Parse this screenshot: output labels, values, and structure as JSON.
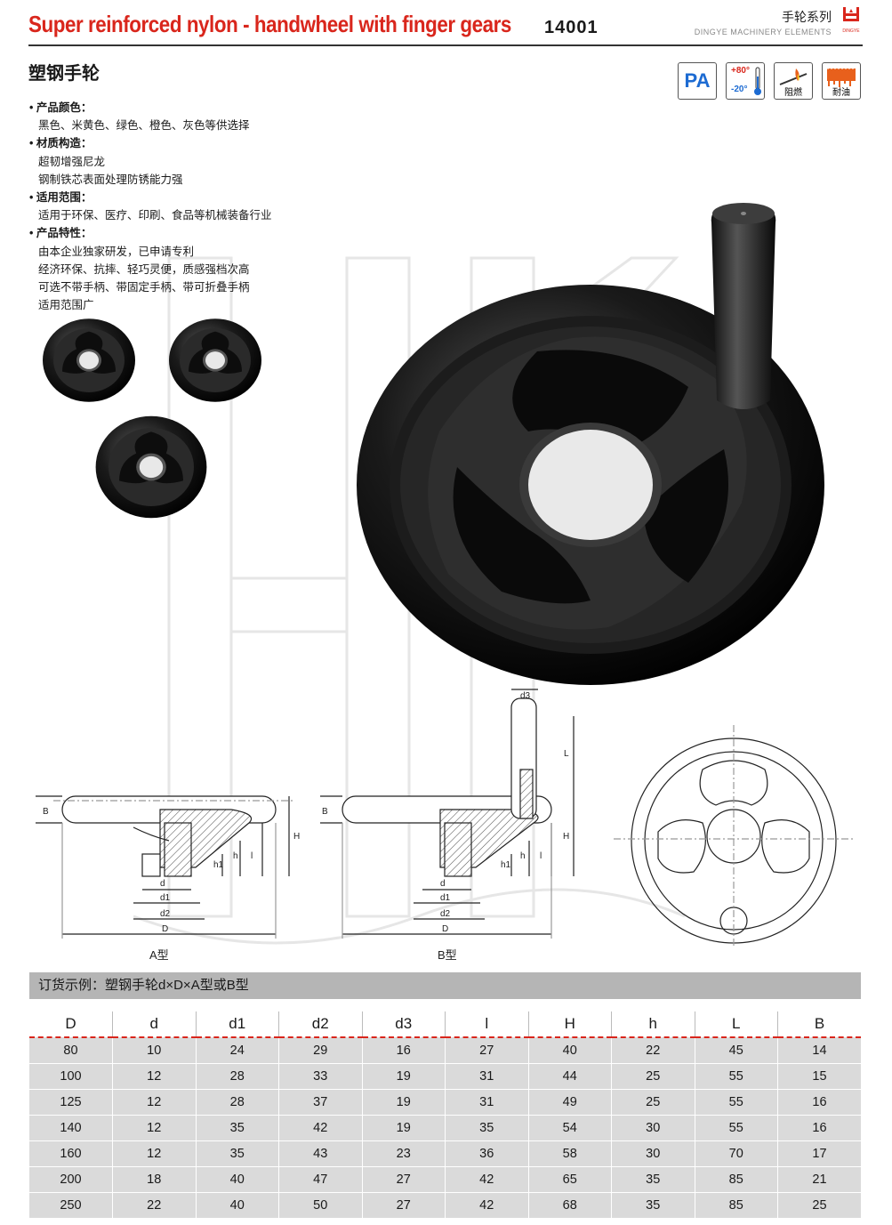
{
  "header": {
    "title": "Super reinforced nylon - handwheel with finger gears",
    "code": "14001",
    "series": "手轮系列",
    "brand": "DINGYE  MACHINERY ELEMENTS",
    "logo_text": "DINGYE"
  },
  "subtitle": "塑钢手轮",
  "badges": {
    "material": "PA",
    "temp_high": "+80°",
    "temp_low": "-20°",
    "flame": "阻燃",
    "oil": "耐油"
  },
  "specs": {
    "color_h": "产品颜色：",
    "color_1": "黑色、米黄色、绿色、橙色、灰色等供选择",
    "material_h": "材质构造：",
    "material_1": "超韧增强尼龙",
    "material_2": "钢制铁芯表面处理防锈能力强",
    "scope_h": "适用范围：",
    "scope_1": "适用于环保、医疗、印刷、食品等机械装备行业",
    "feature_h": "产品特性：",
    "feature_1": "由本企业独家研发，已申请专利",
    "feature_2": "经济环保、抗摔、轻巧灵便，质感强档次高",
    "feature_3": "可选不带手柄、带固定手柄、带可折叠手柄",
    "feature_4": "适用范围广"
  },
  "drawing": {
    "type_a": "A型",
    "type_b": "B型",
    "dims": {
      "B": "B",
      "H": "H",
      "h": "h",
      "h1": "h1",
      "l": "l",
      "d": "d",
      "d1": "d1",
      "d2": "d2",
      "D": "D",
      "d3": "d3",
      "L": "L"
    }
  },
  "order_example": "订货示例：塑钢手轮d×D×A型或B型",
  "table": {
    "headers": [
      "D",
      "d",
      "d1",
      "d2",
      "d3",
      "l",
      "H",
      "h",
      "L",
      "B"
    ],
    "rows": [
      [
        "80",
        "10",
        "24",
        "29",
        "16",
        "27",
        "40",
        "22",
        "45",
        "14"
      ],
      [
        "100",
        "12",
        "28",
        "33",
        "19",
        "31",
        "44",
        "25",
        "55",
        "15"
      ],
      [
        "125",
        "12",
        "28",
        "37",
        "19",
        "31",
        "49",
        "25",
        "55",
        "16"
      ],
      [
        "140",
        "12",
        "35",
        "42",
        "19",
        "35",
        "54",
        "30",
        "55",
        "16"
      ],
      [
        "160",
        "12",
        "35",
        "43",
        "23",
        "36",
        "58",
        "30",
        "70",
        "17"
      ],
      [
        "200",
        "18",
        "40",
        "47",
        "27",
        "42",
        "65",
        "35",
        "85",
        "21"
      ],
      [
        "250",
        "22",
        "40",
        "50",
        "27",
        "42",
        "68",
        "35",
        "85",
        "25"
      ]
    ]
  }
}
